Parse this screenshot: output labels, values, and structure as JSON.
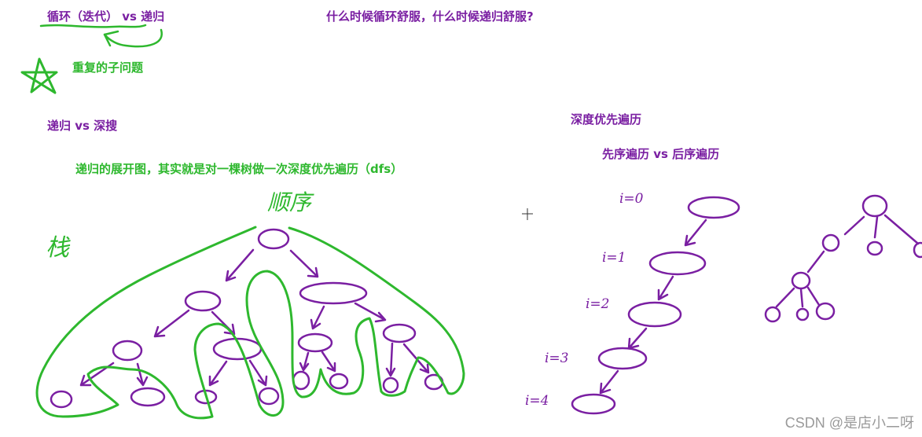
{
  "labels": {
    "loop_vs_recursion": "循环（迭代） vs 递归",
    "question": "什么时候循环舒服，什么时候递归舒服?",
    "repeated_subproblem": "重复的子问题",
    "recursion_vs_dfs": "递归 vs 深搜",
    "expansion_explanation": "递归的展开图，其实就是对一棵树做一次深度优先遍历（dfs）",
    "dfs_title": "深度优先遍历",
    "preorder_vs_postorder": "先序遍历 vs 后序遍历",
    "stack_handwritten": "栈",
    "order_handwritten": "顺序"
  },
  "depth_labels": [
    "i=0",
    "i=1",
    "i=2",
    "i=3",
    "i=4"
  ],
  "colors": {
    "purple": "#7a1fa2",
    "green": "#2eb82e",
    "watermark": "#9a9a9a"
  },
  "watermark": "CSDN @是店小二呀"
}
